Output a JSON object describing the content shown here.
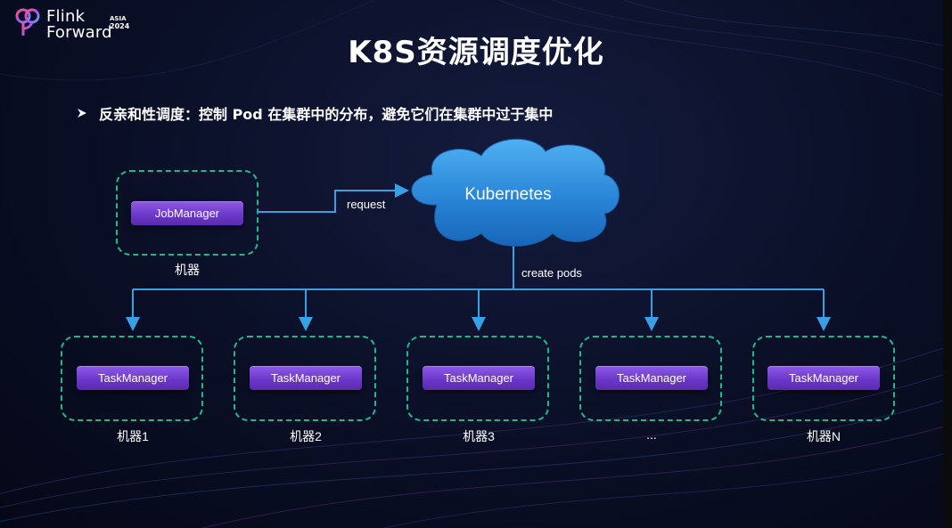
{
  "brand": {
    "line1": "Flink",
    "line2": "Forward",
    "asia": "ASIA",
    "year": "2024"
  },
  "slide": {
    "title": "K8S资源调度优化",
    "bullet": "反亲和性调度：控制 Pod 在集群中的分布，避免它们在集群中过于集中"
  },
  "diagram": {
    "cloud_label": "Kubernetes",
    "job_manager": {
      "label": "JobManager",
      "machine": "机器"
    },
    "request_label": "request",
    "create_label": "create pods",
    "task_managers": [
      {
        "label": "TaskManager",
        "machine": "机器1"
      },
      {
        "label": "TaskManager",
        "machine": "机器2"
      },
      {
        "label": "TaskManager",
        "machine": "机器3"
      },
      {
        "label": "TaskManager",
        "machine": "..."
      },
      {
        "label": "TaskManager",
        "machine": "机器N"
      }
    ]
  },
  "colors": {
    "dashed_border": "#1fb88a",
    "arrow": "#3aa0e6",
    "pill": "#7b46d8",
    "cloud": "#2d8fe0"
  }
}
